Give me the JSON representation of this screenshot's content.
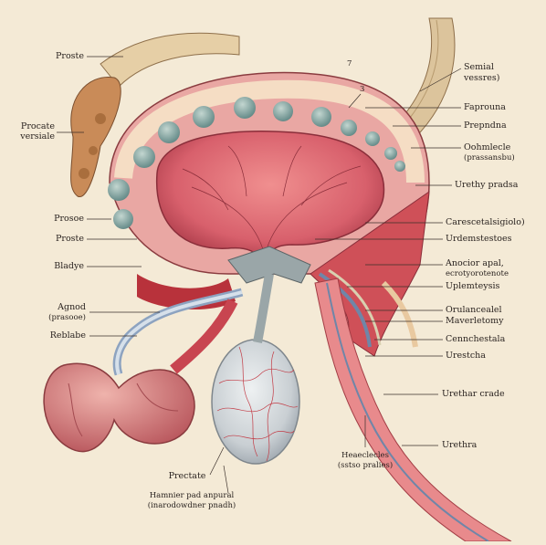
{
  "labels": {
    "left": {
      "proste_top": "Proste",
      "prostate_vesicle_1": "Procate",
      "prostate_vesicle_2": "versiale",
      "prosoe": "Prosoe",
      "proste_mid": "Proste",
      "bladye": "Bladye",
      "agnod_1": "Agnod",
      "agnod_2": "(prasooe)",
      "reblabe": "Reblabe"
    },
    "right": {
      "num_7": "7",
      "num_3": "3",
      "seminal_1": "Semial",
      "seminal_2": "vessres)",
      "faprouna": "Faprouna",
      "prepndna": "Prepndna",
      "oohmlecle_1": "Oohmlecle",
      "oohmlecle_2": "(prassansbu)",
      "urethy": "Urethy pradsa",
      "caresce": "Carescetalsigiolo)",
      "urdemstestoes": "Urdemstestoes",
      "anocior_1": "Anocior apal,",
      "anocior_2": "ecrotyorotenote",
      "uplemteysis": "Uplemteysis",
      "orulancealel": "Orulancealel",
      "maverletomy": "Maverletomy",
      "cennchestala": "Cennchestala",
      "urestcha": "Urestcha",
      "urethar_grade": "Urethar crade",
      "urethra": "Urethra"
    },
    "bottom": {
      "prectate": "Prectate",
      "hamnier_1": "Hamnier pad anpural",
      "hamnier_2": "(inarodowdner pnadh)",
      "heaeclecles_1": "Heaeclecles",
      "heaeclecles_2": "(sstso pralies)"
    }
  },
  "colors": {
    "background": "#f4ead6",
    "bladder_wall": "#e9a7a3",
    "bladder_lumen": "#d8606c",
    "muscle_red": "#b8323b",
    "tan_tissue": "#dcc49c",
    "gland_blue": "#8fb0ad",
    "prostate_gray": "#c9cfd3",
    "vessel_blue": "#6f86a8",
    "line": "#3a2f2a"
  }
}
